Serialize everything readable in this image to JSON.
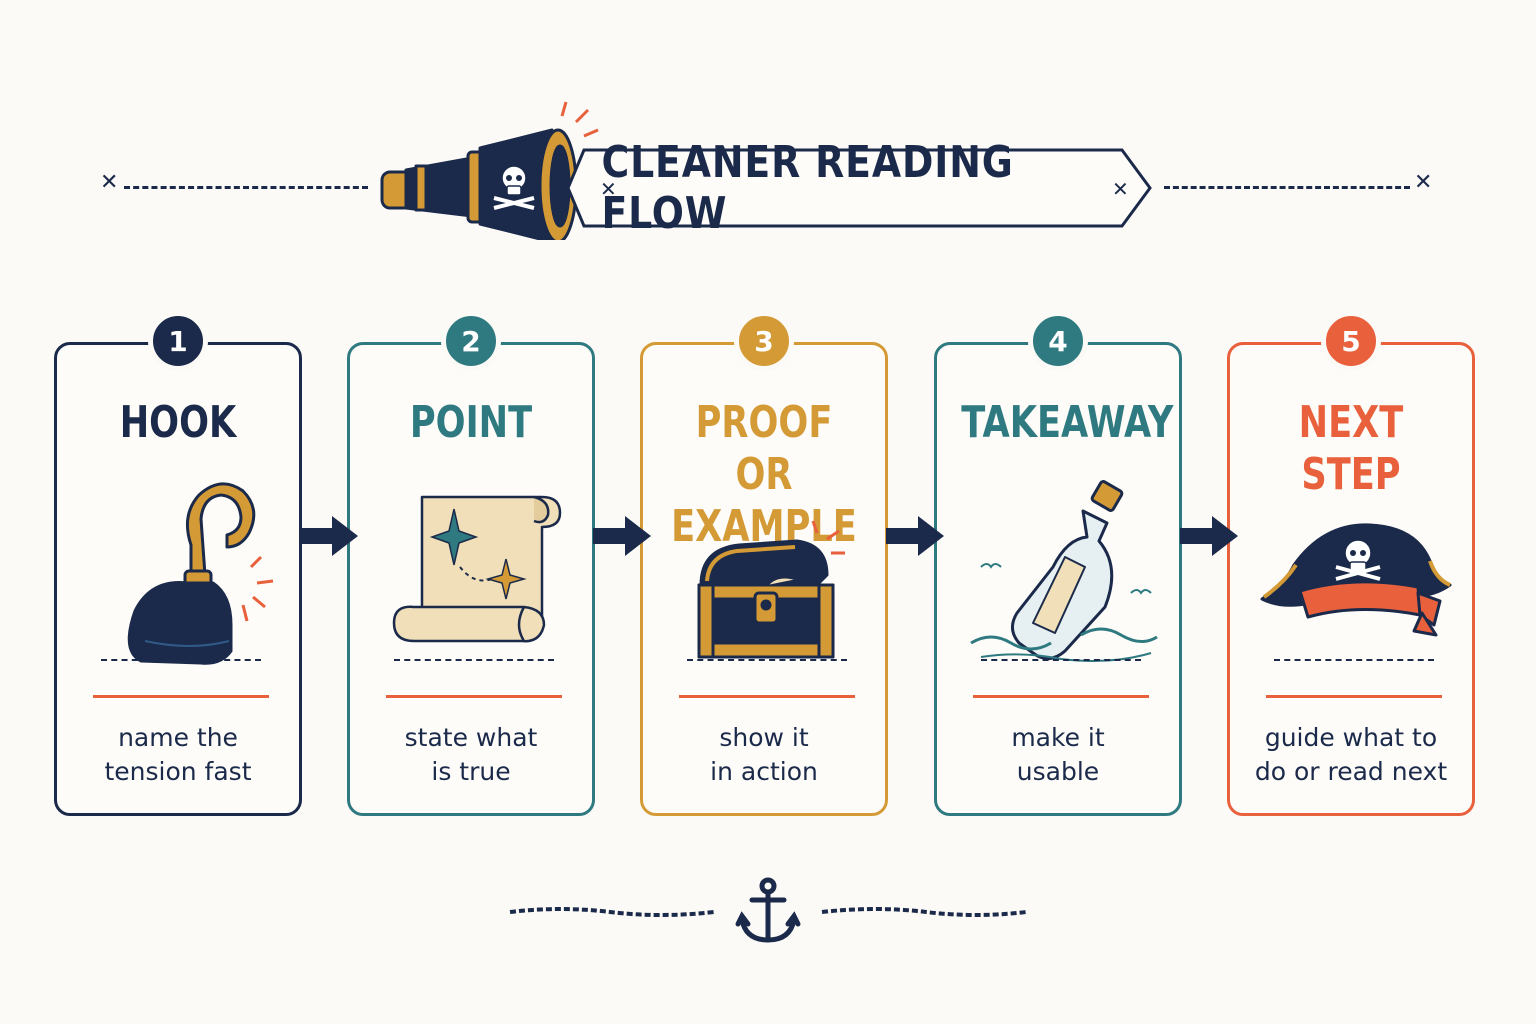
{
  "title": "CLEANER READING FLOW",
  "colors": {
    "navy": "#1b2a4a",
    "teal": "#2f7a80",
    "gold": "#d49a35",
    "coral": "#e8603c",
    "background": "#fbfaf6"
  },
  "steps": [
    {
      "number": "1",
      "title_line1": "HOOK",
      "title_line2": "",
      "description_line1": "name the",
      "description_line2": "tension fast",
      "icon": "hook-icon",
      "color": "#1b2a4a"
    },
    {
      "number": "2",
      "title_line1": "POINT",
      "title_line2": "",
      "description_line1": "state what",
      "description_line2": "is true",
      "icon": "treasure-map-icon",
      "color": "#2f7a80"
    },
    {
      "number": "3",
      "title_line1": "PROOF OR",
      "title_line2": "EXAMPLE",
      "description_line1": "show it",
      "description_line2": "in action",
      "icon": "treasure-chest-icon",
      "color": "#d49a35"
    },
    {
      "number": "4",
      "title_line1": "TAKEAWAY",
      "title_line2": "",
      "description_line1": "make it",
      "description_line2": "usable",
      "icon": "message-bottle-icon",
      "color": "#2f7a80"
    },
    {
      "number": "5",
      "title_line1": "NEXT STEP",
      "title_line2": "",
      "description_line1": "guide what to",
      "description_line2": "do or read next",
      "icon": "pirate-hat-icon",
      "color": "#e8603c"
    }
  ],
  "decorations": {
    "title_icon": "spyglass-icon",
    "divider_marker": "x-mark",
    "footer_icon": "anchor-icon",
    "connector_icon": "arrow-right-icon"
  }
}
